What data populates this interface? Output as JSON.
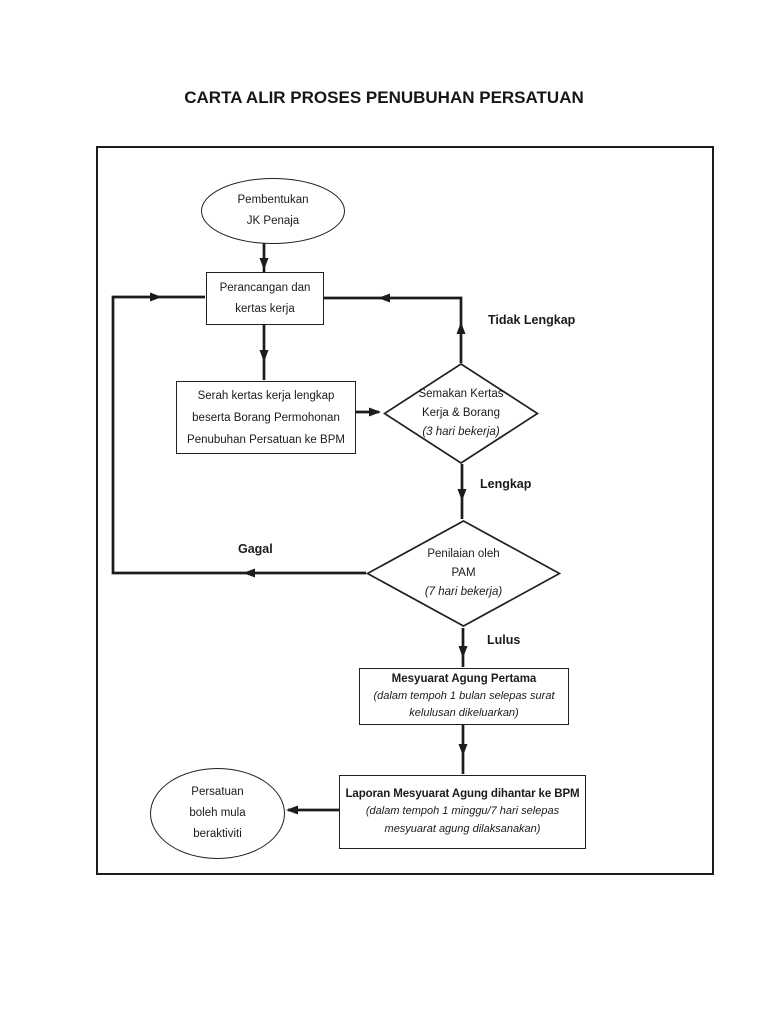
{
  "title": "CARTA ALIR PROSES PENUBUHAN PERSATUAN",
  "nodes": {
    "start": {
      "line1": "Pembentukan",
      "line2": "JK Penaja"
    },
    "perancangan": {
      "line1": "Perancangan dan",
      "line2": "kertas kerja"
    },
    "serah": {
      "line1": "Serah kertas kerja lengkap",
      "line2": "beserta Borang Permohonan",
      "line3": "Penubuhan Persatuan ke BPM"
    },
    "semakan": {
      "line1": "Semakan Kertas",
      "line2": "Kerja & Borang",
      "note": "(3 hari bekerja)"
    },
    "penilaian": {
      "line1": "Penilaian oleh",
      "line2": "PAM",
      "note": "(7 hari bekerja)"
    },
    "mesyuarat": {
      "title": "Mesyuarat Agung Pertama",
      "note1": "(dalam tempoh 1 bulan selepas surat",
      "note2": "kelulusan dikeluarkan)"
    },
    "laporan": {
      "title": "Laporan Mesyuarat Agung dihantar ke BPM",
      "note1": "(dalam tempoh 1 minggu/7 hari  selepas",
      "note2": "mesyuarat agung dilaksanakan)"
    },
    "end": {
      "line1": "Persatuan",
      "line2": "boleh mula",
      "line3": "beraktiviti"
    }
  },
  "edge_labels": {
    "tidak_lengkap": "Tidak Lengkap",
    "lengkap": "Lengkap",
    "gagal": "Gagal",
    "lulus": "Lulus"
  },
  "colors": {
    "ink": "#1b1b1b",
    "background": "#ffffff"
  }
}
